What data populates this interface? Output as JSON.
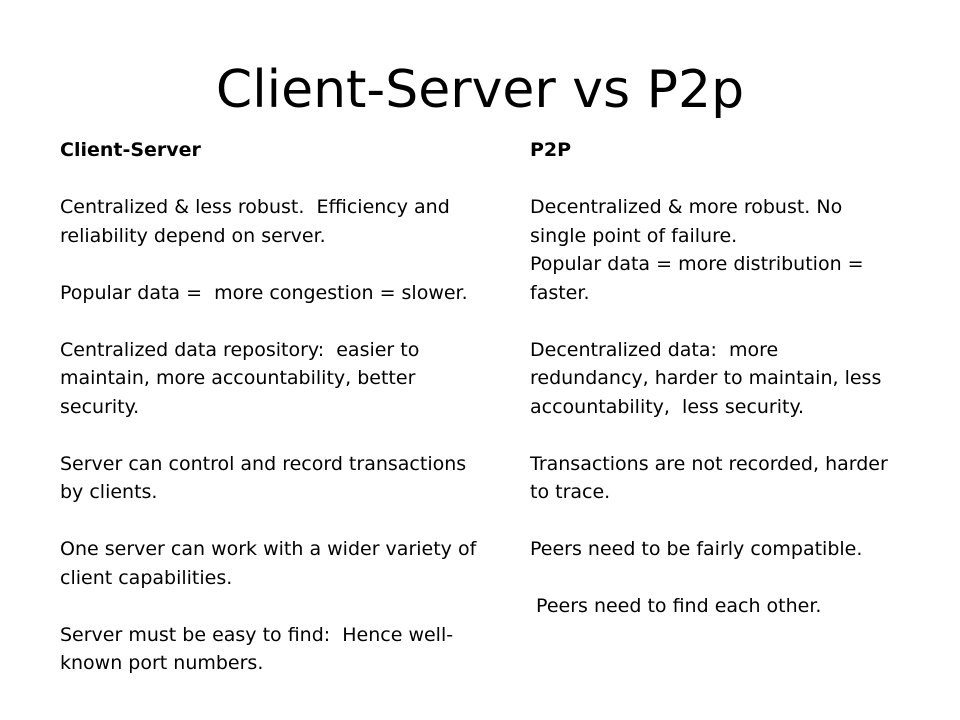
{
  "slide": {
    "title": "Client-Server vs P2p",
    "left_column": {
      "heading": "Client-Server",
      "points": [
        {
          "lines": [
            "Centralized & less robust.  Efficiency and",
            "reliability depend on server."
          ]
        },
        {
          "lines": [
            "Popular data =  more congestion = slower."
          ]
        },
        {
          "lines": [
            "Centralized data repository:  easier to",
            "maintain, more accountability, better",
            "security."
          ]
        },
        {
          "lines": [
            "Server can control and record transactions",
            "by clients."
          ]
        },
        {
          "lines": [
            "One server can work with a wider variety of",
            "client capabilities."
          ]
        },
        {
          "lines": [
            "Server must be easy to find:  Hence well-",
            "known port numbers."
          ]
        }
      ]
    },
    "right_column": {
      "heading": "P2P",
      "points": [
        {
          "lines": [
            "Decentralized & more robust. No",
            "single point of failure."
          ]
        },
        {
          "lines": [
            "Popular data = more distribution =",
            "faster."
          ]
        },
        {
          "lines": [
            "Decentralized data:  more",
            "redundancy, harder to maintain, less",
            "accountability,  less security."
          ]
        },
        {
          "lines": [
            "Transactions are not recorded, harder",
            "to trace."
          ]
        },
        {
          "lines": [
            "Peers need to be fairly compatible."
          ]
        },
        {
          "lines": [
            " Peers need to find each other."
          ]
        }
      ]
    }
  }
}
